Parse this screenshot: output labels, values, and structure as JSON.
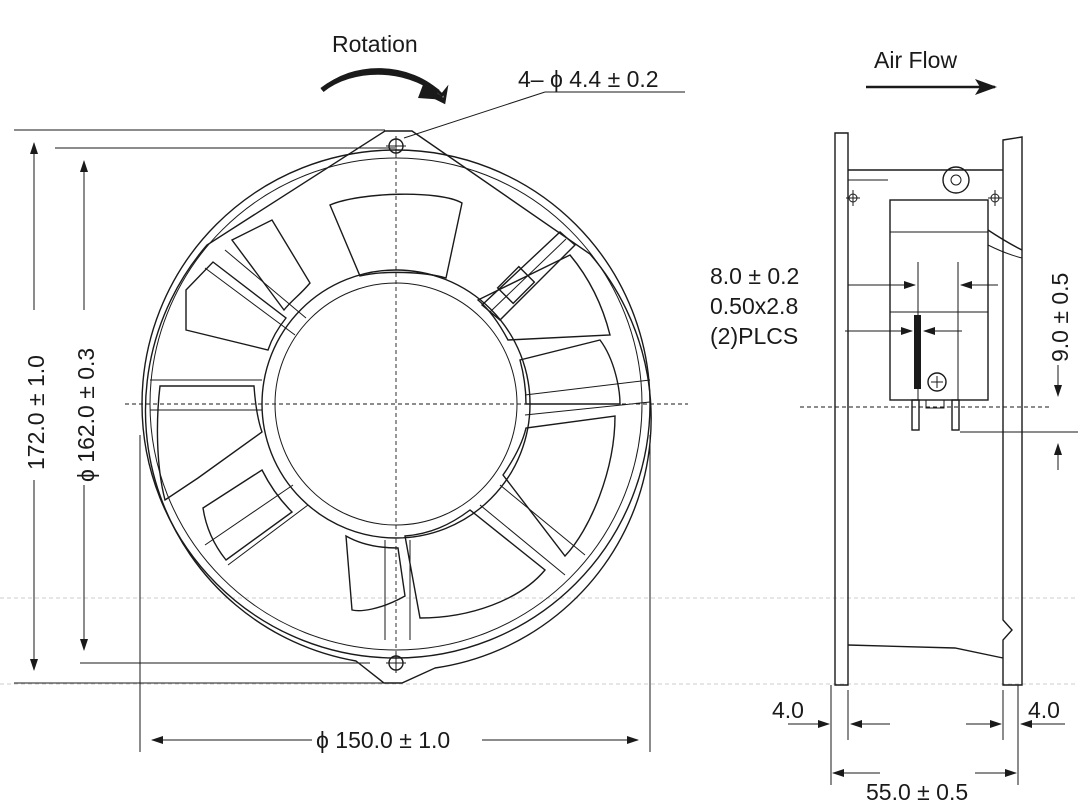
{
  "labels": {
    "rotation": "Rotation",
    "air_flow": "Air Flow",
    "hole_spec": "4– ϕ 4.4 ± 0.2",
    "height_total": "172.0 ± 1.0",
    "height_diameter": "ϕ 162.0 ± 0.3",
    "width_diameter": "ϕ 150.0 ± 1.0",
    "terminal_spacing": "8.0 ± 0.2",
    "terminal_size": "0.50x2.8",
    "terminal_count": "(2)PLCS",
    "terminal_height": "9.0 ± 0.5",
    "flange_left": "4.0",
    "flange_right": "4.0",
    "depth": "55.0 ± 0.5"
  },
  "colors": {
    "line": "#1a1a1a",
    "background": "#ffffff",
    "ghost_line": "#bdbdbd"
  }
}
